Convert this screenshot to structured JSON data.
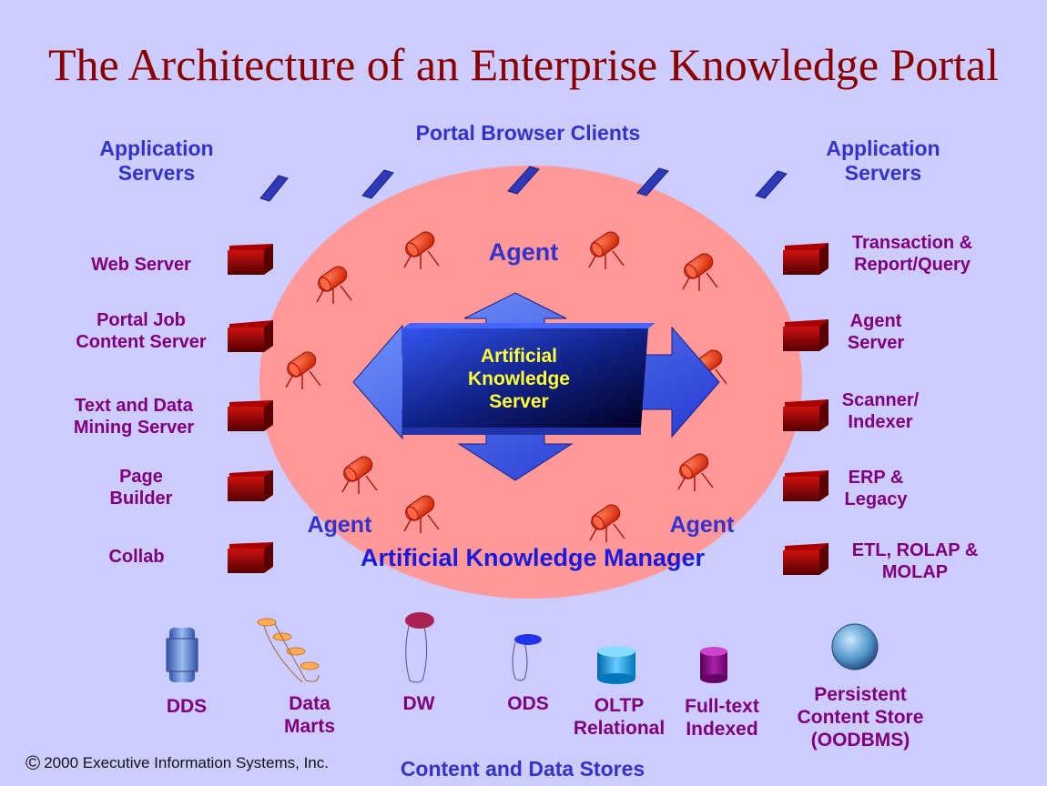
{
  "title": "The Architecture of an Enterprise Knowledge Portal",
  "top": {
    "app_servers_left": "Application\nServers",
    "portal_browser_clients": "Portal Browser Clients",
    "app_servers_right": "Application\nServers"
  },
  "left_servers": [
    "Web Server",
    "Portal Job\nContent Server",
    "Text and Data\nMining Server",
    "Page\nBuilder",
    "Collab"
  ],
  "right_servers": [
    "Transaction &\nReport/Query",
    "Agent\nServer",
    "Scanner/\nIndexer",
    "ERP &\nLegacy",
    "ETL, ROLAP &\nMOLAP"
  ],
  "center": {
    "agent_top": "Agent",
    "agent_left": "Agent",
    "agent_right": "Agent",
    "knowledge_server": "Artificial\nKnowledge\nServer",
    "knowledge_manager": "Artificial Knowledge Manager"
  },
  "stores": [
    "DDS",
    "Data\nMarts",
    "DW",
    "ODS",
    "OLTP\nRelational",
    "Full-text\nIndexed",
    "Persistent\nContent Store\n(OODBMS)"
  ],
  "footer": {
    "copyright_symbol": "©",
    "copyright": "2000 Executive Information Systems, Inc.",
    "section_label": "Content and Data Stores"
  },
  "colors": {
    "background": "#ccccff",
    "title": "#8b0000",
    "blue_label": "#3333cc",
    "purple_label": "#800080",
    "ellipse": "#ff9999",
    "server_box": "#990000",
    "agent": "#ff3300"
  }
}
